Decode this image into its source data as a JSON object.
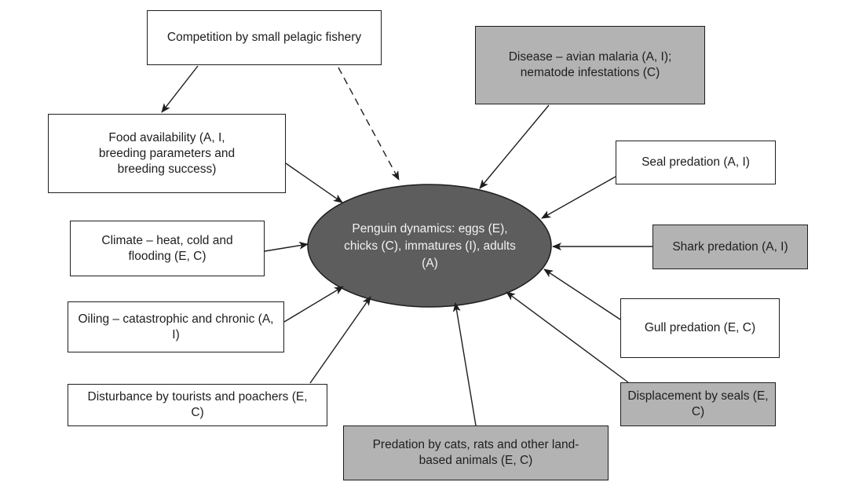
{
  "colors": {
    "center_fill": "#5d5d5d",
    "gray_box_fill": "#b3b3b3",
    "white_box_fill": "#ffffff",
    "stroke": "#1e1e1e"
  },
  "center": {
    "label": "Penguin dynamics: eggs (E), chicks (C), immatures (I), adults (A)"
  },
  "factors": {
    "competition": {
      "label": "Competition by small pelagic fishery",
      "shaded": false
    },
    "disease": {
      "label": "Disease – avian malaria (A, I); nematode infestations (C)",
      "shaded": true
    },
    "food": {
      "label": "Food availability (A, I, breeding parameters and breeding success)",
      "shaded": false
    },
    "seal_predation": {
      "label": "Seal predation (A, I)",
      "shaded": false
    },
    "climate": {
      "label": "Climate – heat, cold and flooding (E, C)",
      "shaded": false
    },
    "shark_predation": {
      "label": "Shark predation (A, I)",
      "shaded": true
    },
    "oiling": {
      "label": "Oiling – catastrophic and chronic (A, I)",
      "shaded": false
    },
    "gull_predation": {
      "label": "Gull predation (E, C)",
      "shaded": false
    },
    "disturbance": {
      "label": "Disturbance by tourists and poachers (E, C)",
      "shaded": false
    },
    "displacement": {
      "label": "Displacement by seals (E, C)",
      "shaded": true
    },
    "land_predation": {
      "label": "Predation by cats, rats and other land-based animals (E, C)",
      "shaded": true
    }
  },
  "edges": [
    {
      "from": "competition",
      "to": "food",
      "style": "solid"
    },
    {
      "from": "competition",
      "to": "center",
      "style": "dashed"
    },
    {
      "from": "food",
      "to": "center",
      "style": "solid"
    },
    {
      "from": "disease",
      "to": "center",
      "style": "solid"
    },
    {
      "from": "seal_predation",
      "to": "center",
      "style": "solid"
    },
    {
      "from": "climate",
      "to": "center",
      "style": "solid"
    },
    {
      "from": "shark_predation",
      "to": "center",
      "style": "solid"
    },
    {
      "from": "oiling",
      "to": "center",
      "style": "solid"
    },
    {
      "from": "gull_predation",
      "to": "center",
      "style": "solid"
    },
    {
      "from": "disturbance",
      "to": "center",
      "style": "solid"
    },
    {
      "from": "displacement",
      "to": "center",
      "style": "solid"
    },
    {
      "from": "land_predation",
      "to": "center",
      "style": "solid"
    }
  ]
}
